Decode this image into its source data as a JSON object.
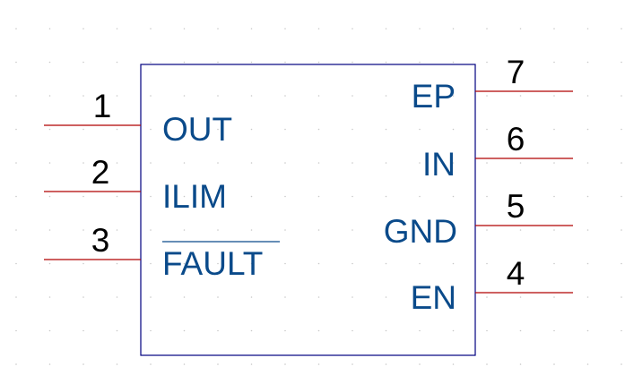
{
  "colors": {
    "body_outline": "#000080",
    "pin_line": "#b00000",
    "pin_name": "#0a4a8a",
    "pin_number": "#000000",
    "grid_dot": "#c8c8c8"
  },
  "component": {
    "left_pins": [
      {
        "number": "1",
        "name": "OUT"
      },
      {
        "number": "2",
        "name": "ILIM"
      },
      {
        "number": "3",
        "name": "FAULT",
        "overbar": true
      }
    ],
    "right_pins": [
      {
        "number": "7",
        "name": "EP"
      },
      {
        "number": "6",
        "name": "IN"
      },
      {
        "number": "5",
        "name": "GND"
      },
      {
        "number": "4",
        "name": "EN"
      }
    ]
  }
}
